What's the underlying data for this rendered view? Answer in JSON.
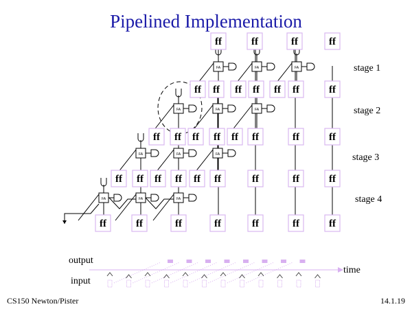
{
  "slide": {
    "title": "Pipelined Implementation",
    "ff_label": "ff",
    "fa_label": "FA",
    "stages": [
      "stage 1",
      "stage 2",
      "stage 3",
      "stage 4"
    ],
    "timeline": {
      "output_label": "output",
      "input_label": "input",
      "time_label": "time"
    },
    "footer_left": "CS150 Newton/Pister",
    "footer_right": "14.1.19",
    "colors": {
      "title": "#1a1aa8",
      "ff_border": "#d8b8f0",
      "timeline": "#d8b0f0"
    }
  }
}
